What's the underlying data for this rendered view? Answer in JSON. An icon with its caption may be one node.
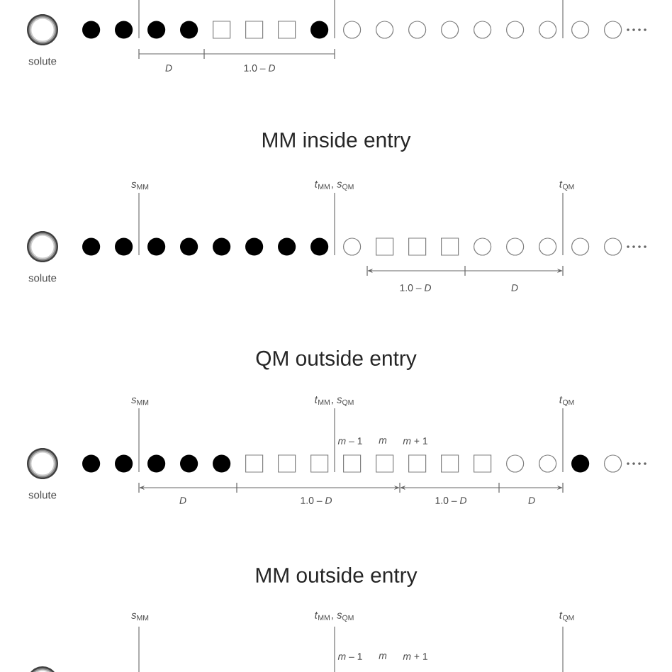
{
  "diagram": {
    "labels": [
      "solute",
      "D",
      "1.0 – *D*",
      "MM inside entry",
      "*s*$_{MM}$",
      "*t*$_{MM}$, *s*$_{QM}$",
      "*t*$_{QM}$",
      "solute",
      "1.0 – *D*",
      "D",
      "QM outside entry",
      "*s*$_{MM}$",
      "*t*$_{MM}$, *s*$_{QM}$",
      "*t*$_{QM}$",
      "*m* – 1",
      "*m*",
      "*m* + 1",
      "solute",
      "D",
      "1.0 – *D*",
      "1.0 – *D*",
      "D",
      "MM outside entry",
      "*s*$_{MM}$",
      "*t*$_{MM}$, *s*$_{QM}$",
      "*t*$_{QM}$",
      "*m* – 1",
      "*m*",
      "*m* + 1"
    ]
  }
}
